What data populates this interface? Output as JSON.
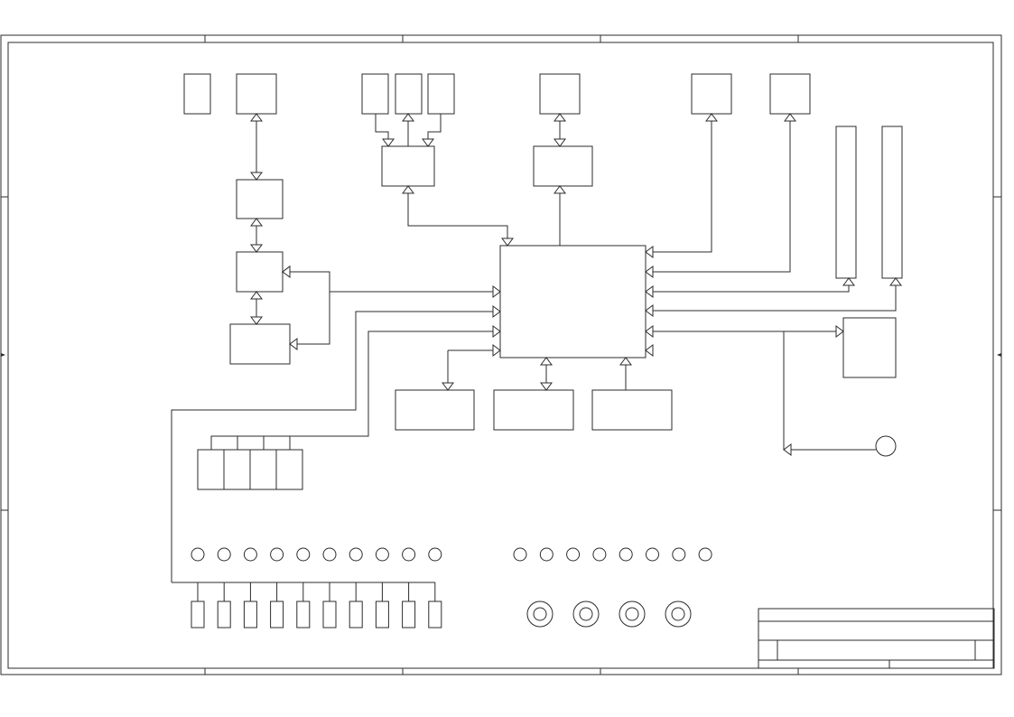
{
  "sheet": {
    "title": "",
    "line_color": "#2b2b2b",
    "background": "#ffffff",
    "title_block": {
      "text": ""
    }
  },
  "diagram": {
    "type": "schematic-block-diagram",
    "nodes": [
      "top-box-1",
      "top-box-2",
      "top-box-3",
      "top-box-4",
      "top-box-5",
      "top-box-6",
      "top-box-7",
      "top-box-8",
      "mid-box-left",
      "left-box-a",
      "left-box-b",
      "mux-box",
      "mid-box-right",
      "central-box",
      "slot-1",
      "slot-2",
      "right-box",
      "connector-circle",
      "bottom-box-1",
      "bottom-box-2",
      "bottom-box-3",
      "small-box-1",
      "small-box-2",
      "small-box-3",
      "small-box-4"
    ],
    "indicator_rows": {
      "left_count": 10,
      "right_count": 8
    },
    "switch_count": 10,
    "jack_count": 4
  }
}
